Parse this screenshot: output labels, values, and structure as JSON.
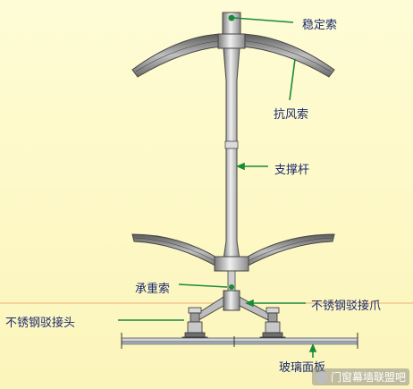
{
  "labels": {
    "stabilizer_cable": "稳定索",
    "wind_cable": "抗风索",
    "strut": "支撑杆",
    "load_cable": "承重索",
    "ss_spider": "不锈钢驳接爪",
    "ss_connector": "不锈钢驳接头",
    "glass_panel": "玻璃面板"
  },
  "watermark": {
    "text": "门窗幕墙联盟吧"
  },
  "colors": {
    "background": "#fdf8c4",
    "leader": "#1a8a3a",
    "label": "#1b2a6e",
    "steel": "#6b6b6b",
    "wing_fill": "#9a9a9a",
    "ref_line": "#e07a3c"
  }
}
